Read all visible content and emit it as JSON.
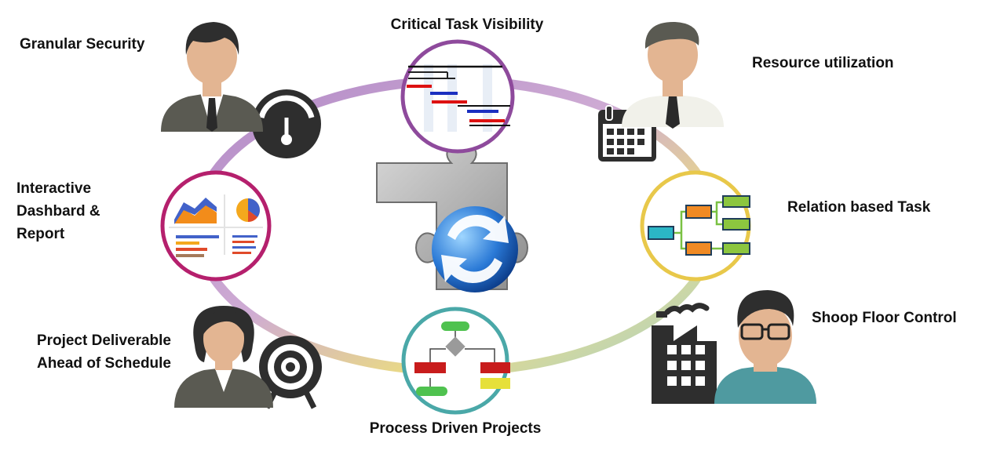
{
  "labels": {
    "critical_task": "Critical Task Visibility",
    "granular_security": "Granular Security",
    "resource_utilization": "Resource utilization",
    "interactive_dashboard": "Interactive\nDashbard &\nReport",
    "relation_based_task": "Relation based Task",
    "shop_floor_control": "Shoop Floor Control",
    "project_deliverable": "Project Deliverable\nAhead of Schedule",
    "process_driven": "Process Driven Projects"
  },
  "colors": {
    "ring_purple": "#8e4a9c",
    "ring_magenta": "#b5206d",
    "ring_yellow": "#e8c84a",
    "ring_teal": "#4aa8a8",
    "icon_dark": "#2e2e2e"
  }
}
